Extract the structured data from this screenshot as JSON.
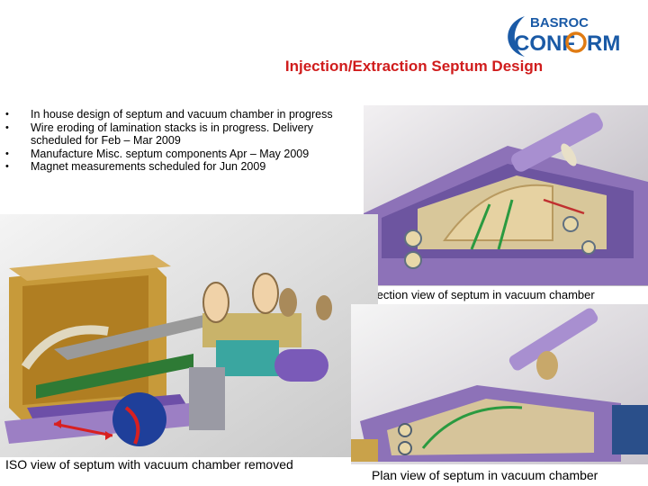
{
  "logo": {
    "line1": "BASROC",
    "line2": "CONF",
    "line3": "RM"
  },
  "title": "Injection/Extraction Septum Design",
  "bullets": [
    "In house design of septum and vacuum chamber in progress",
    "Wire eroding of lamination stacks is in progress. Delivery scheduled for Feb – Mar 2009",
    "Manufacture Misc. septum components Apr – May 2009",
    "Magnet measurements scheduled for Jun 2009"
  ],
  "captions": {
    "section": "Section view of septum in vacuum chamber",
    "iso": "ISO view of septum with vacuum chamber removed",
    "plan": "Plan view of septum in vacuum chamber"
  }
}
